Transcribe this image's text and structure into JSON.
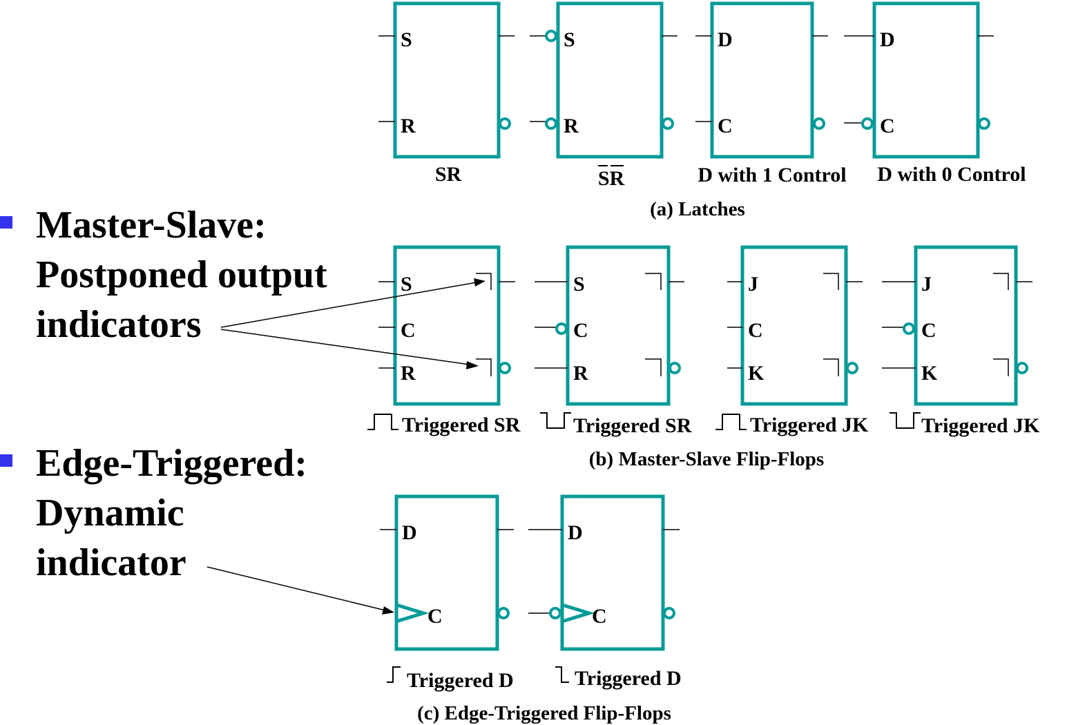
{
  "bullets": [
    {
      "lines": [
        "Master-Slave:",
        "Postponed output",
        "indicators"
      ]
    },
    {
      "lines": [
        "Edge-Triggered:",
        "Dynamic",
        "indicator"
      ]
    }
  ],
  "latches": {
    "section": "(a) Latches",
    "items": [
      {
        "caption": "SR",
        "pins": [
          "S",
          "R"
        ]
      },
      {
        "caption": "SR",
        "pins": [
          "S",
          "R"
        ]
      },
      {
        "caption": "D with 1 Control",
        "pins": [
          "D",
          "C"
        ]
      },
      {
        "caption": "D with 0 Control",
        "pins": [
          "D",
          "C"
        ]
      }
    ]
  },
  "master_slave": {
    "section": "(b) Master-Slave Flip-Flops",
    "items": [
      {
        "caption": "Triggered SR",
        "pins": [
          "S",
          "C",
          "R"
        ]
      },
      {
        "caption": "Triggered SR",
        "pins": [
          "S",
          "C",
          "R"
        ]
      },
      {
        "caption": "Triggered JK",
        "pins": [
          "J",
          "C",
          "K"
        ]
      },
      {
        "caption": "Triggered JK",
        "pins": [
          "J",
          "C",
          "K"
        ]
      }
    ]
  },
  "edge": {
    "section": "(c) Edge-Triggered Flip-Flops",
    "items": [
      {
        "caption": "Triggered D",
        "pins": [
          "D",
          "C"
        ]
      },
      {
        "caption": "Triggered D",
        "pins": [
          "D",
          "C"
        ]
      }
    ]
  },
  "colors": {
    "box": "#079b98",
    "bullet": "#3333ee"
  }
}
